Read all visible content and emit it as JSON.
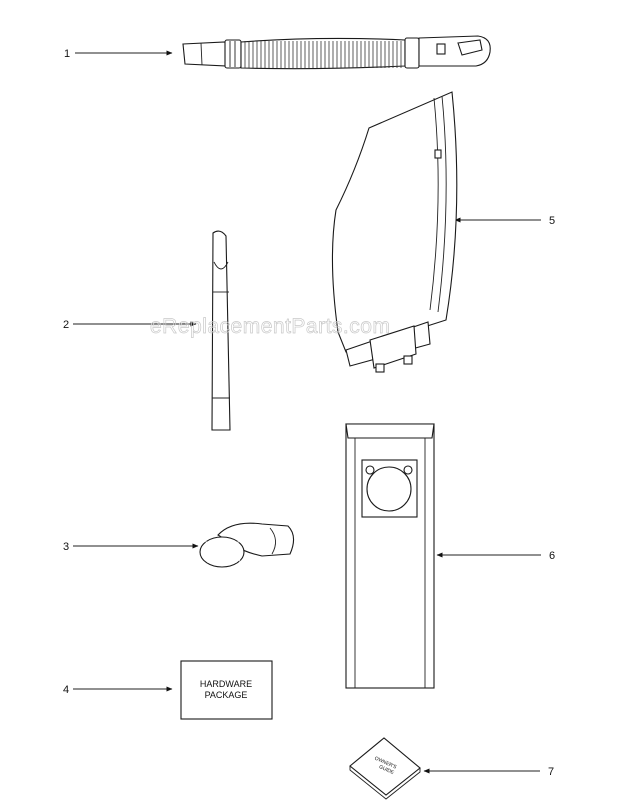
{
  "watermark": "eReplacementParts.com",
  "callouts": [
    {
      "id": "1",
      "label": "1"
    },
    {
      "id": "2",
      "label": "2"
    },
    {
      "id": "3",
      "label": "3"
    },
    {
      "id": "4",
      "label": "4"
    },
    {
      "id": "5",
      "label": "5"
    },
    {
      "id": "6",
      "label": "6"
    },
    {
      "id": "7",
      "label": "7"
    }
  ],
  "hardware_package": {
    "line1": "HARDWARE",
    "line2": "PACKAGE"
  },
  "owners_guide": {
    "line1": "OWNER'S",
    "line2": "GUIDE"
  }
}
